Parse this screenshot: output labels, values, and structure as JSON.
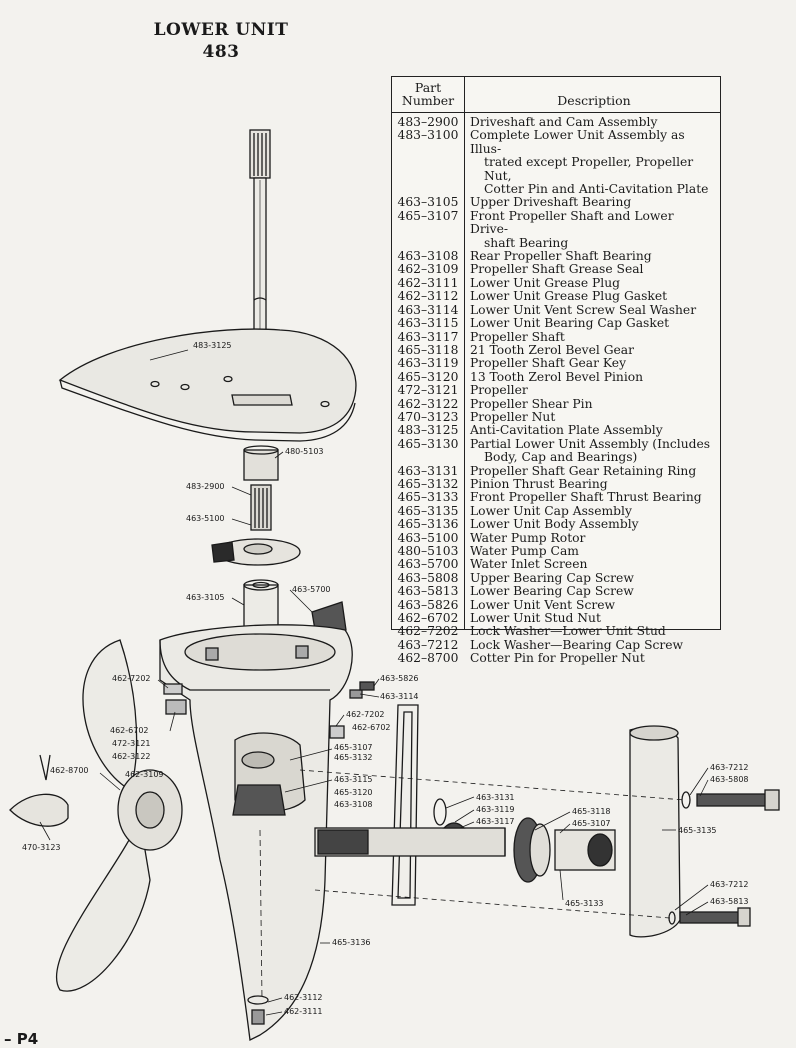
{
  "title": "LOWER UNIT",
  "model": "483",
  "page_number": "– P4",
  "table": {
    "header_part": "Part\nNumber",
    "header_description": "Description",
    "rows": [
      {
        "part": "483–2900",
        "description": [
          "Driveshaft and Cam Assembly"
        ]
      },
      {
        "part": "483–3100",
        "description": [
          "Complete Lower Unit Assembly as Illus-",
          "trated except Propeller, Propeller Nut,",
          "Cotter Pin and Anti-Cavitation Plate"
        ]
      },
      {
        "part": "463–3105",
        "description": [
          "Upper Driveshaft Bearing"
        ]
      },
      {
        "part": "465–3107",
        "description": [
          "Front Propeller Shaft and Lower Drive-",
          "shaft Bearing"
        ]
      },
      {
        "part": "463–3108",
        "description": [
          "Rear Propeller Shaft Bearing"
        ]
      },
      {
        "part": "462–3109",
        "description": [
          "Propeller Shaft Grease Seal"
        ]
      },
      {
        "part": "462–3111",
        "description": [
          "Lower Unit Grease Plug"
        ]
      },
      {
        "part": "462–3112",
        "description": [
          "Lower Unit Grease Plug Gasket"
        ]
      },
      {
        "part": "463–3114",
        "description": [
          "Lower Unit Vent Screw Seal Washer"
        ]
      },
      {
        "part": "463–3115",
        "description": [
          "Lower Unit Bearing Cap Gasket"
        ]
      },
      {
        "part": "463–3117",
        "description": [
          "Propeller Shaft"
        ]
      },
      {
        "part": "465–3118",
        "description": [
          "21 Tooth Zerol Bevel Gear"
        ]
      },
      {
        "part": "463–3119",
        "description": [
          "Propeller Shaft Gear Key"
        ]
      },
      {
        "part": "465–3120",
        "description": [
          "13 Tooth Zerol Bevel Pinion"
        ]
      },
      {
        "part": "472–3121",
        "description": [
          "Propeller"
        ]
      },
      {
        "part": "462–3122",
        "description": [
          "Propeller Shear Pin"
        ]
      },
      {
        "part": "470–3123",
        "description": [
          "Propeller Nut"
        ]
      },
      {
        "part": "483–3125",
        "description": [
          "Anti-Cavitation Plate Assembly"
        ]
      },
      {
        "part": "465–3130",
        "description": [
          "Partial Lower Unit Assembly (Includes",
          "Body, Cap and Bearings)"
        ]
      },
      {
        "part": "463–3131",
        "description": [
          "Propeller Shaft Gear Retaining Ring"
        ]
      },
      {
        "part": "465–3132",
        "description": [
          "Pinion Thrust Bearing"
        ]
      },
      {
        "part": "465–3133",
        "description": [
          "Front Propeller Shaft Thrust Bearing"
        ]
      },
      {
        "part": "465–3135",
        "description": [
          "Lower Unit Cap Assembly"
        ]
      },
      {
        "part": "465–3136",
        "description": [
          "Lower Unit Body Assembly"
        ]
      },
      {
        "part": "463–5100",
        "description": [
          "Water Pump Rotor"
        ]
      },
      {
        "part": "480–5103",
        "description": [
          "Water Pump Cam"
        ]
      },
      {
        "part": "463–5700",
        "description": [
          "Water Inlet Screen"
        ]
      },
      {
        "part": "463–5808",
        "description": [
          "Upper Bearing Cap Screw"
        ]
      },
      {
        "part": "463–5813",
        "description": [
          "Lower Bearing Cap Screw"
        ]
      },
      {
        "part": "463–5826",
        "description": [
          "Lower Unit Vent Screw"
        ]
      },
      {
        "part": "462–6702",
        "description": [
          "Lower Unit Stud Nut"
        ]
      },
      {
        "part": "462–7202",
        "description": [
          "Lock Washer—Lower Unit Stud"
        ]
      },
      {
        "part": "463–7212",
        "description": [
          "Lock Washer—Bearing Cap Screw"
        ]
      },
      {
        "part": "462–8700",
        "description": [
          "Cotter Pin for Propeller Nut"
        ]
      }
    ]
  },
  "callouts": {
    "c483_3125": "483-3125",
    "c480_5103": "480-5103",
    "c483_2900": "483-2900",
    "c463_5100": "463-5100",
    "c463_5700": "463-5700",
    "c463_3105": "463-3105",
    "c462_7202a": "462-7202",
    "c463_5826": "463-5826",
    "c463_3114": "463-3114",
    "c462_7202b": "462-7202",
    "c462_6702a": "462-6702",
    "c462_6702b": "462-6702",
    "c472_3121": "472-3121",
    "c462_3122": "462-3122",
    "c462_8700": "462-8700",
    "c462_3109": "462-3109",
    "c465_3107a": "465-3107",
    "c465_3132": "465-3132",
    "c463_3115": "463-3115",
    "c465_3120": "465-3120",
    "c463_3108": "463-3108",
    "c463_3131": "463-3131",
    "c463_3119": "463-3119",
    "c463_3117": "463-3117",
    "c465_3118": "465-3118",
    "c465_3107b": "465-3107",
    "c463_7212a": "463-7212",
    "c463_5808": "463-5808",
    "c465_3135": "465-3135",
    "c470_3123": "470-3123",
    "c465_3133": "465-3133",
    "c463_7212b": "463-7212",
    "c463_5813": "463-5813",
    "c465_3136": "465-3136",
    "c462_3112": "462-3112",
    "c462_3111": "462-3111"
  }
}
